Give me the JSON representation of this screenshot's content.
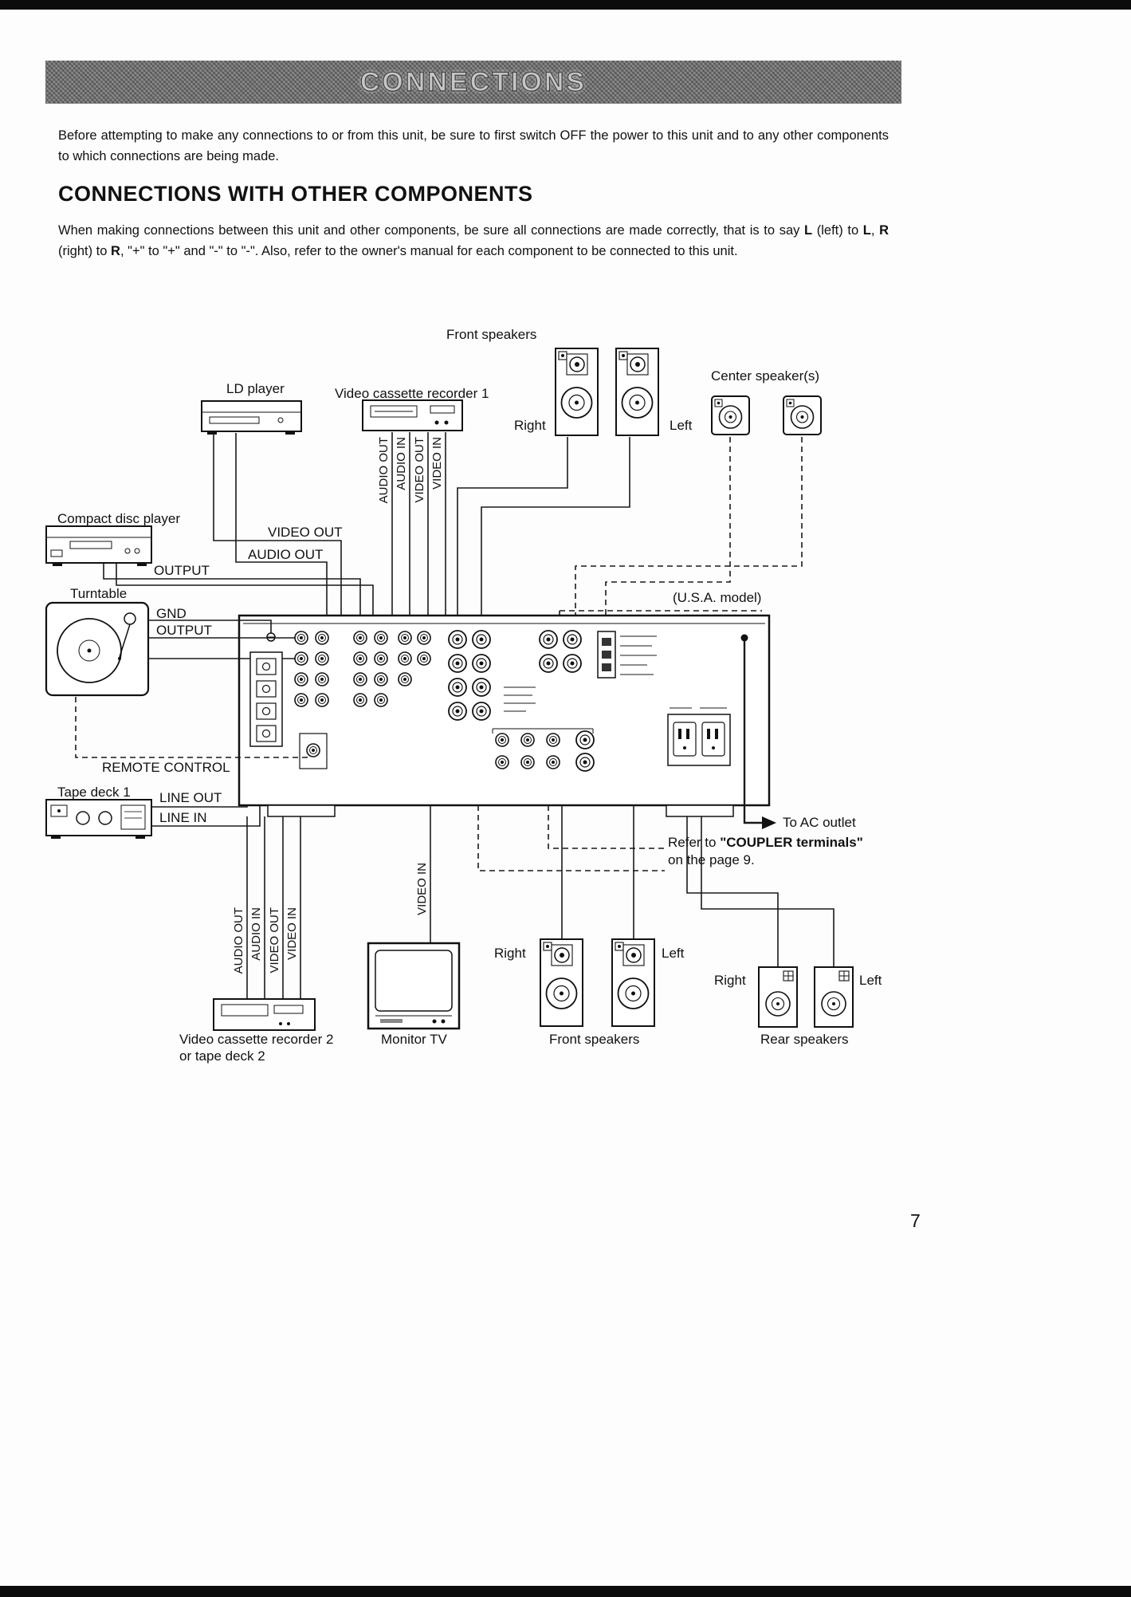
{
  "banner": {
    "title": "CONNECTIONS"
  },
  "intro": {
    "text": "Before attempting to make any connections to or from this unit, be sure to first switch OFF the power to this unit and to any other components to which connections are being made."
  },
  "section": {
    "title": "CONNECTIONS WITH OTHER COMPONENTS",
    "body": {
      "s1": "When making connections between this unit and other components, be sure all connections are made correctly, that is to say ",
      "b1": "L",
      "s2": " (left) to ",
      "b2": "L",
      "s3": ", ",
      "b3": "R",
      "s4": " (right) to ",
      "b4": "R",
      "s5": ", \"+\" to \"+\" and \"-\" to \"-\". Also, refer to the owner's manual for each component to be connected to this unit."
    }
  },
  "diagram": {
    "front_speakers_top": "Front speakers",
    "center_speakers": "Center speaker(s)",
    "ld_player": "LD player",
    "vcr1": "Video cassette recorder 1",
    "right_front_top": "Right",
    "left_front_top": "Left",
    "vcr1_audio_out": "AUDIO OUT",
    "vcr1_audio_in": "AUDIO IN",
    "vcr1_video_out": "VIDEO OUT",
    "vcr1_video_in": "VIDEO IN",
    "compact_disc_player": "Compact disc player",
    "video_out": "VIDEO OUT",
    "audio_out": "AUDIO OUT",
    "cd_output": "OUTPUT",
    "turntable": "Turntable",
    "gnd": "GND",
    "tt_output": "OUTPUT",
    "usa_model": "(U.S.A. model)",
    "remote_control": "REMOTE CONTROL",
    "tape_deck_1": "Tape deck 1",
    "line_out": "LINE OUT",
    "line_in": "LINE IN",
    "to_ac_outlet": "To AC outlet",
    "refer_pre": "Refer to ",
    "refer_bold": "\"COUPLER terminals\"",
    "refer_line2": "on the page 9.",
    "tv_video_in": "VIDEO IN",
    "vcr2_audio_out": "AUDIO OUT",
    "vcr2_audio_in": "AUDIO IN",
    "vcr2_video_out": "VIDEO OUT",
    "vcr2_video_in": "VIDEO IN",
    "right_front_bottom": "Right",
    "left_front_bottom": "Left",
    "right_rear": "Right",
    "left_rear": "Left",
    "vcr2_line1": "Video cassette recorder 2",
    "vcr2_line2": "or tape deck 2",
    "monitor_tv": "Monitor TV",
    "front_speakers_bottom": "Front speakers",
    "rear_speakers": "Rear speakers"
  },
  "page": {
    "number": "7"
  }
}
